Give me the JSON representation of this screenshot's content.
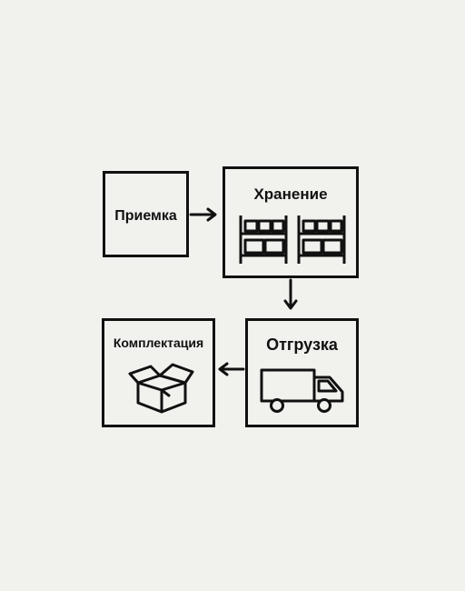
{
  "diagram": {
    "nodes": {
      "receiving": {
        "label": "Приемка"
      },
      "storage": {
        "label": "Хранение",
        "icon": "warehouse-shelving-icon"
      },
      "shipping": {
        "label": "Отгрузка",
        "icon": "delivery-truck-icon"
      },
      "picking": {
        "label": "Комплектация",
        "icon": "open-box-icon"
      }
    },
    "edges": [
      {
        "from": "receiving",
        "to": "storage"
      },
      {
        "from": "storage",
        "to": "shipping"
      },
      {
        "from": "shipping",
        "to": "picking"
      }
    ],
    "colors": {
      "background": "#f1f1ee",
      "stroke": "#111111"
    }
  }
}
